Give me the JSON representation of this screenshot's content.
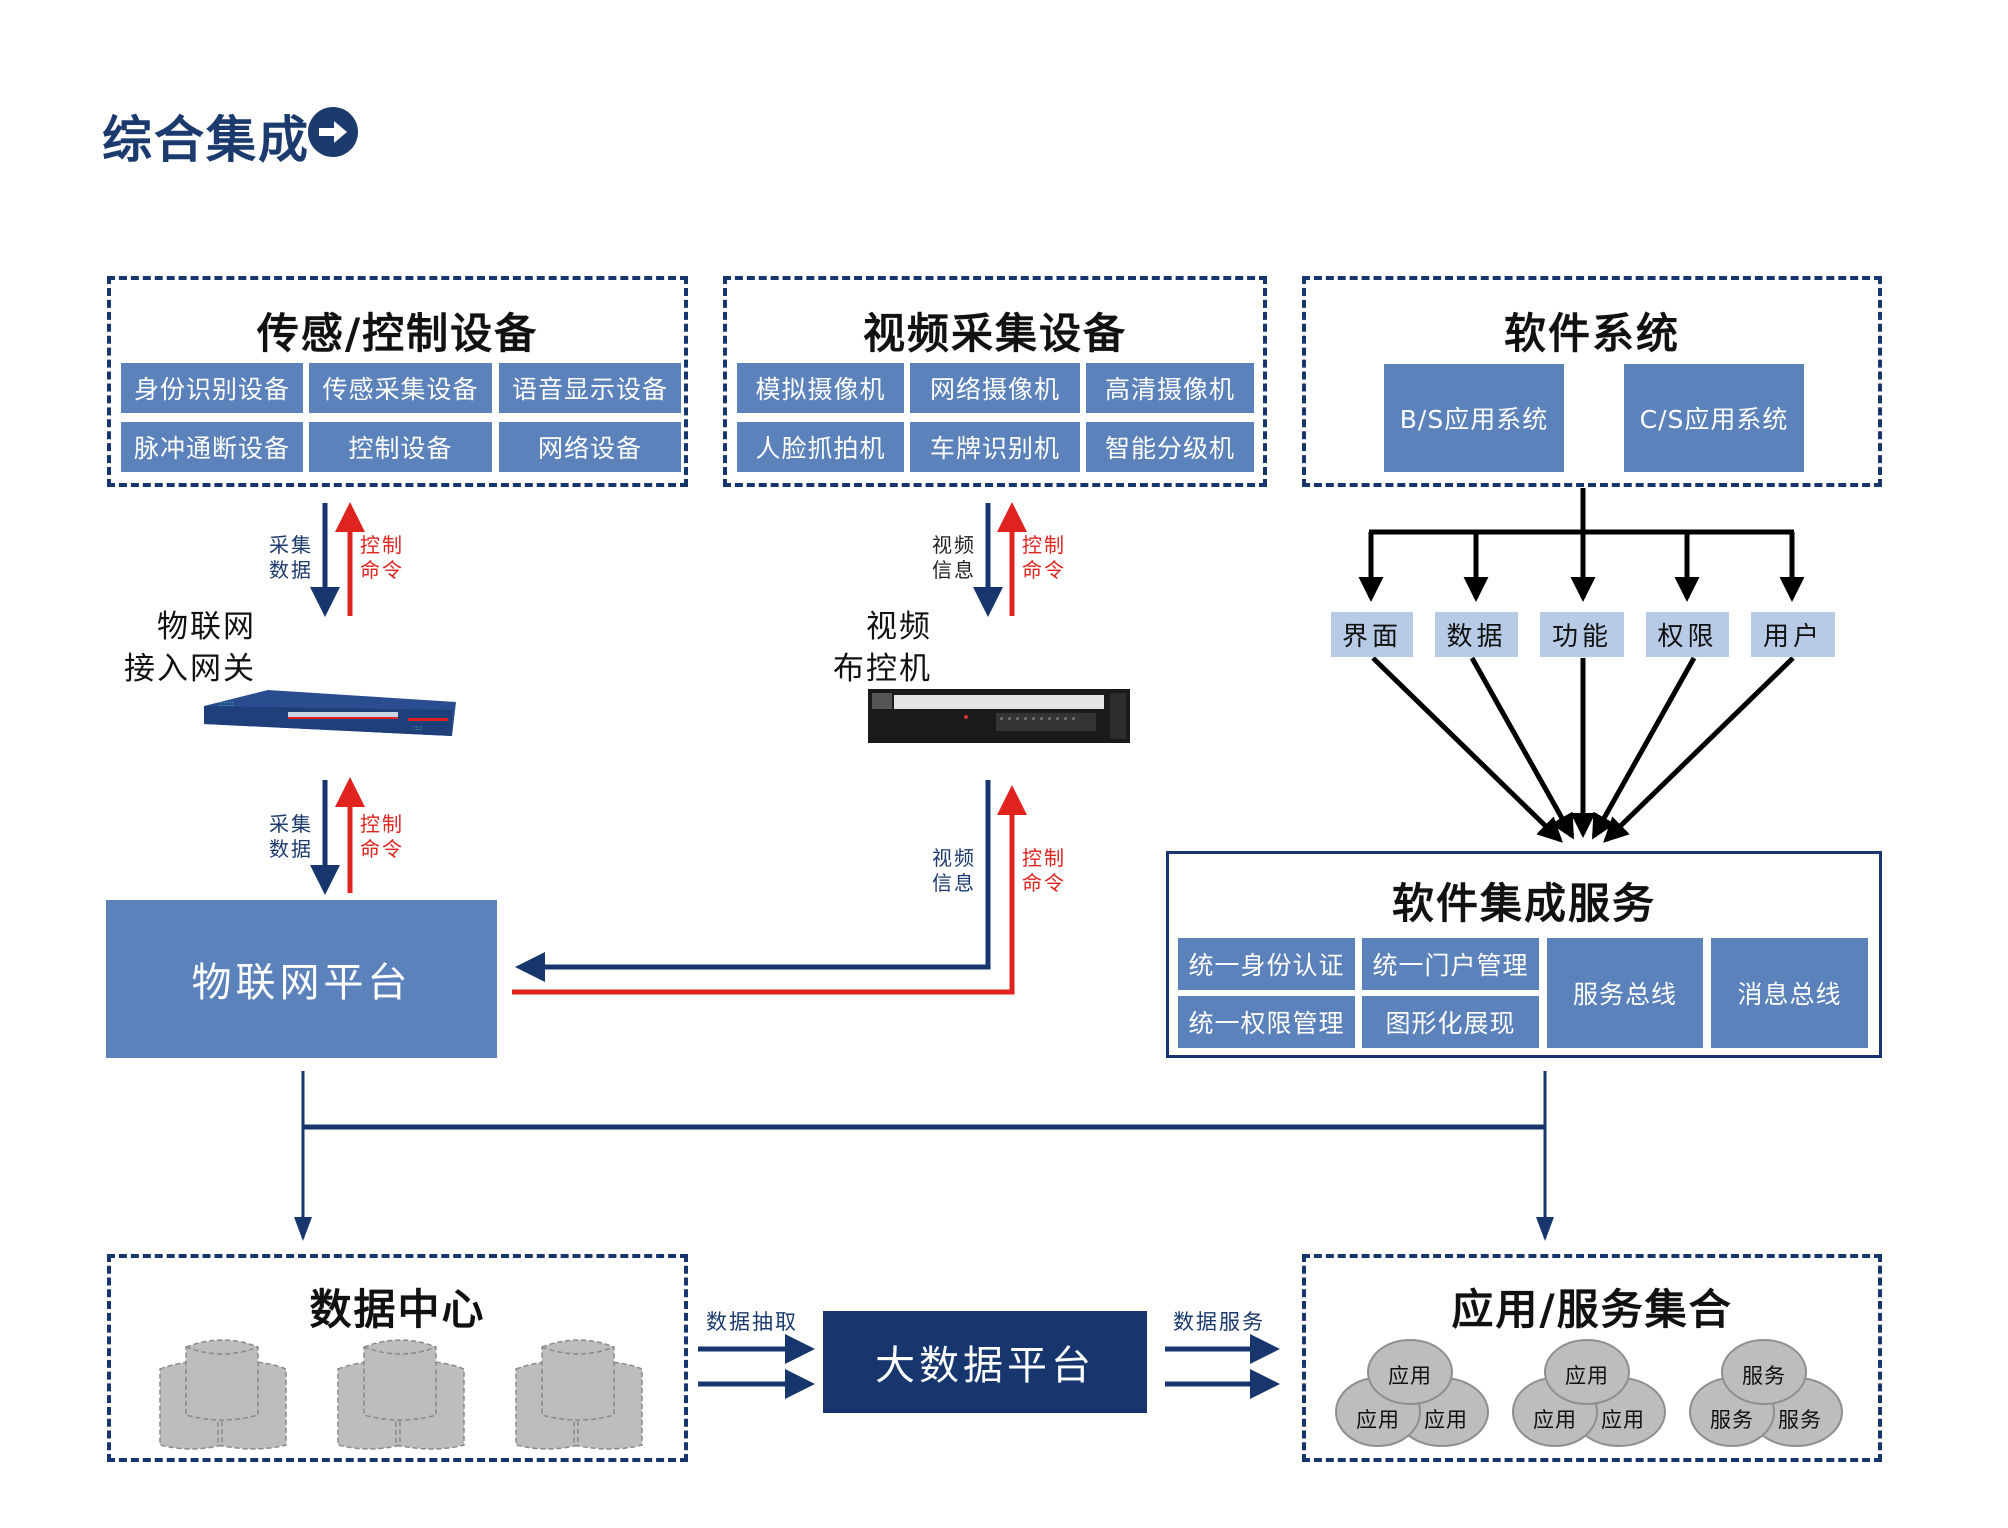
{
  "page": {
    "title": "综合集成",
    "title_icon": "arrow-right-circle-icon"
  },
  "colors": {
    "navy": "#17366e",
    "tile_blue": "#5b82ba",
    "light_blue": "#b7cbe6",
    "red": "#e0231e",
    "gray_store": "#bdbdbd"
  },
  "sensor_group": {
    "title": "传感/控制设备",
    "items": [
      "身份识别设备",
      "传感采集设备",
      "语音显示设备",
      "脉冲通断设备",
      "控制设备",
      "网络设备"
    ]
  },
  "video_group": {
    "title": "视频采集设备",
    "items": [
      "模拟摄像机",
      "网络摄像机",
      "高清摄像机",
      "人脸抓拍机",
      "车牌识别机",
      "智能分级机"
    ]
  },
  "software_group": {
    "title": "软件系统",
    "items": [
      "B/S应用系统",
      "C/S应用系统"
    ]
  },
  "software_aspects": [
    "界面",
    "数据",
    "功能",
    "权限",
    "用户"
  ],
  "gateway": {
    "label_line1": "物联网",
    "label_line2": "接入网关",
    "up_flow": {
      "down_label": "采集\n数据",
      "up_label": "控制\n命令"
    },
    "down_flow": {
      "down_label": "采集\n数据",
      "up_label": "控制\n命令"
    }
  },
  "video_controller": {
    "label_line1": "视频",
    "label_line2": "布控机",
    "up_flow": {
      "down_label": "视频\n信息",
      "up_label": "控制\n命令"
    },
    "down_flow": {
      "down_label": "视频\n信息",
      "up_label": "控制\n命令"
    }
  },
  "iot_platform": {
    "label": "物联网平台"
  },
  "integration_service": {
    "title": "软件集成服务",
    "items": [
      "统一身份认证",
      "统一门户管理",
      "统一权限管理",
      "图形化展现"
    ],
    "buses": [
      "服务总线",
      "消息总线"
    ]
  },
  "data_center": {
    "title": "数据中心",
    "storage_count": 3
  },
  "big_data": {
    "label": "大数据平台",
    "in_label": "数据抽取",
    "out_label": "数据服务"
  },
  "app_service": {
    "title": "应用/服务集合",
    "clusters": [
      {
        "top": "应用",
        "left": "应用",
        "right": "应用"
      },
      {
        "top": "应用",
        "left": "应用",
        "right": "应用"
      },
      {
        "top": "服务",
        "left": "服务",
        "right": "服务"
      }
    ]
  }
}
